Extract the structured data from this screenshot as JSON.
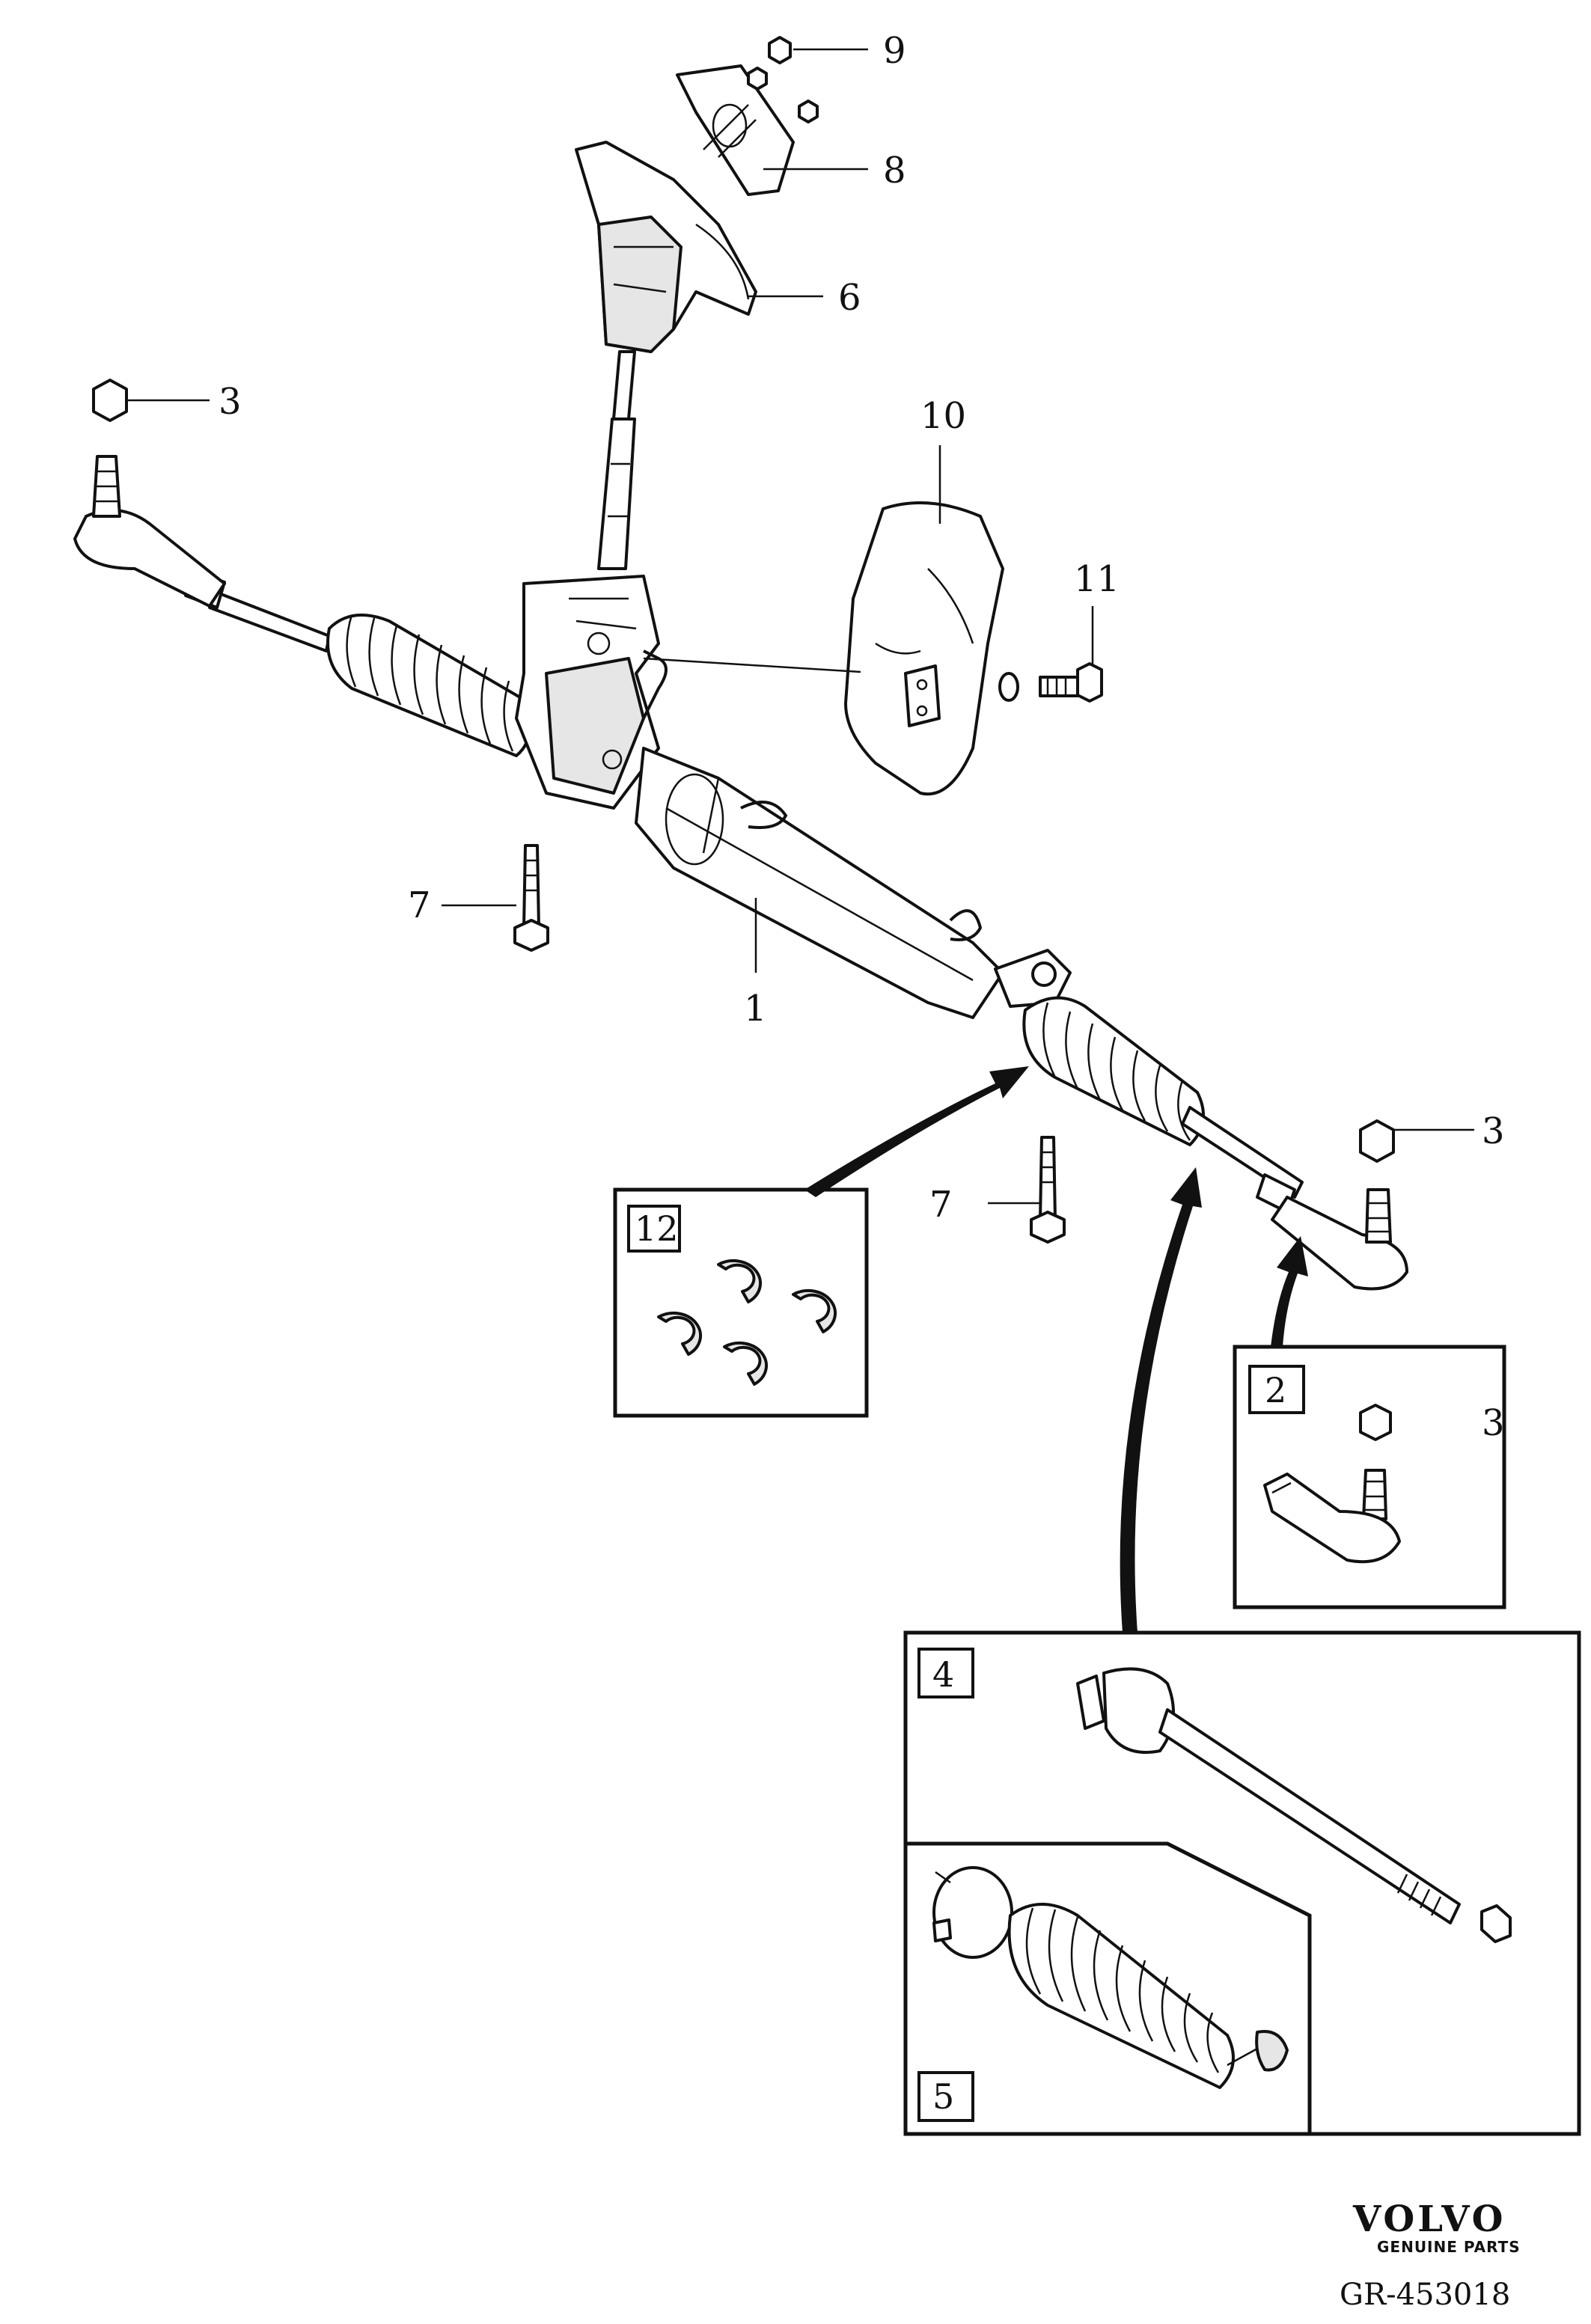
{
  "callouts": {
    "c1": "1",
    "c3_top": "3",
    "c3_right": "3",
    "c3_box": "3",
    "c6": "6",
    "c7_left": "7",
    "c7_right": "7",
    "c8": "8",
    "c9": "9",
    "c10": "10",
    "c11": "11"
  },
  "boxes": {
    "b12": "12",
    "b2": "2",
    "b4": "4",
    "b5": "5"
  },
  "brand": {
    "name": "VOLVO",
    "tagline": "GENUINE PARTS",
    "ref": "GR-453018"
  }
}
